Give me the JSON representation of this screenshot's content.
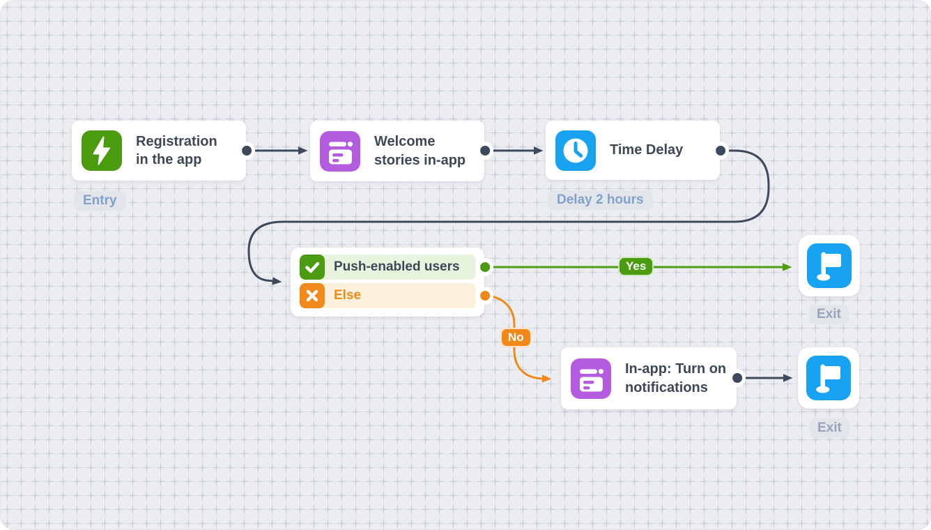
{
  "canvas": {
    "type": "workflow-editor",
    "background": "#ecedf1"
  },
  "flow": {
    "nodes": {
      "registration": {
        "title": "Registration\nin the app",
        "badge": "Entry",
        "icon": "lightning-icon"
      },
      "welcome": {
        "title": "Welcome\nstories in-app",
        "icon": "in-app-message-icon"
      },
      "time_delay": {
        "title": "Time Delay",
        "badge": "Delay 2 hours",
        "icon": "clock-icon"
      },
      "condition": {
        "branches": [
          {
            "label": "Push-enabled users",
            "icon": "check-icon"
          },
          {
            "label": "Else",
            "icon": "x-icon"
          }
        ]
      },
      "inapp_notification": {
        "title": "In-app: Turn on\nnotifications",
        "icon": "in-app-message-icon"
      },
      "exit_top": {
        "badge": "Exit",
        "icon": "flag-icon"
      },
      "exit_bottom": {
        "badge": "Exit",
        "icon": "flag-icon"
      }
    },
    "edges": {
      "yes_label": "Yes",
      "no_label": "No"
    },
    "colors": {
      "trigger_green": "#4a9b0e",
      "inapp_purple": "#b35ce0",
      "delay_blue": "#18a3f2",
      "exit_blue": "#18a3f2",
      "branch_green": "#4a9b10",
      "branch_green_bg": "#e9f4de",
      "branch_orange": "#f0891a",
      "branch_orange_bg": "#fdf1dc",
      "else_text": "#ef8a16",
      "wire_dark": "#3e495d",
      "wire_green": "#4f9d0e",
      "wire_orange": "#f0891a",
      "label_blue": "#83a0ca",
      "label_gray": "#97a3b6"
    }
  }
}
